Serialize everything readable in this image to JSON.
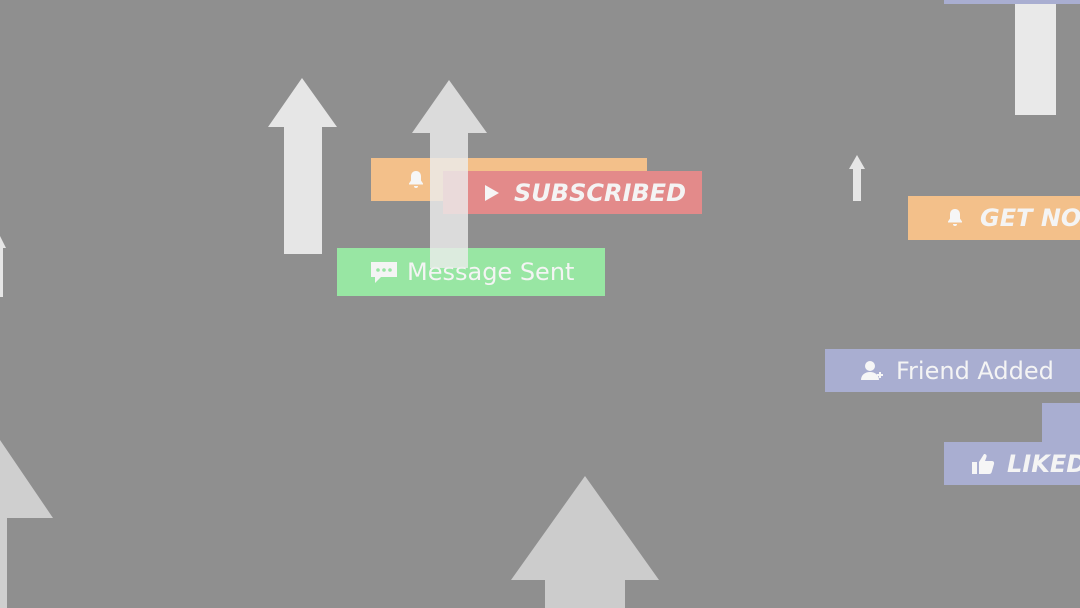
{
  "scene": {
    "background": "#8f8f8f"
  },
  "colors": {
    "orange": "#f3c08a",
    "red": "#e38a8a",
    "green": "#98e6a3",
    "lavender": "#a9aed1",
    "arrow": "#e2e2e2"
  },
  "badges": {
    "bell_partial": {
      "label": "",
      "icon": "bell-icon"
    },
    "subscribed": {
      "label": "SUBSCRIBED",
      "icon": "play-icon"
    },
    "message_sent": {
      "label": "Message Sent",
      "icon": "chat-bubble-icon"
    },
    "get_notified": {
      "label": "GET NOT",
      "icon": "bell-icon"
    },
    "friend_added": {
      "label": "Friend Added",
      "icon": "add-user-icon"
    },
    "lavender_partial": {
      "label": "",
      "icon": ""
    },
    "liked": {
      "label": "LIKED",
      "icon": "thumbs-up-icon"
    }
  }
}
